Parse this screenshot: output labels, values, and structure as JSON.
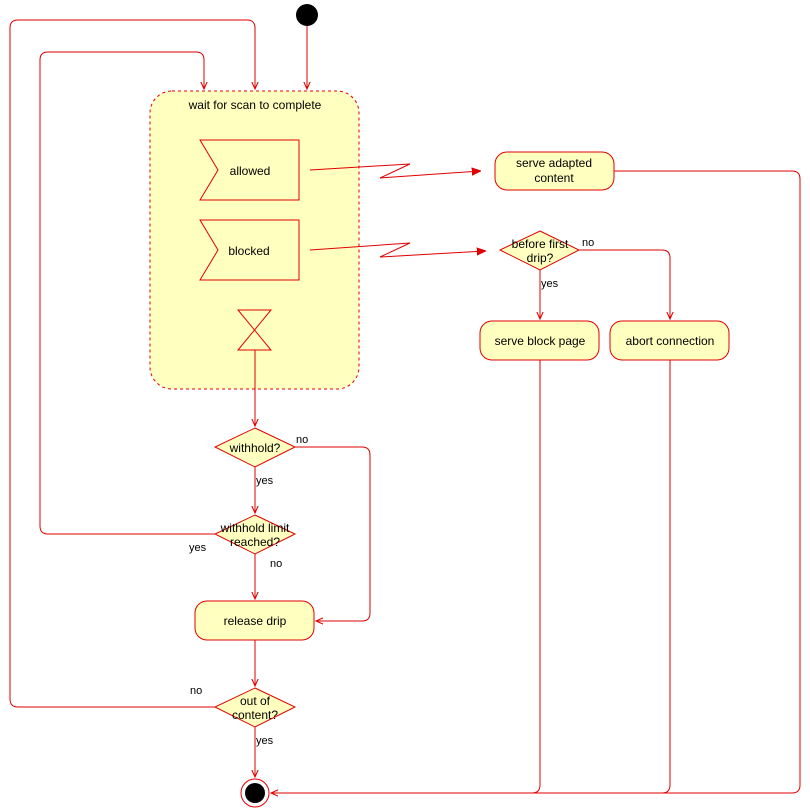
{
  "colors": {
    "stroke": "#e00000",
    "fill": "#ffffc0",
    "arrow": "#e00000",
    "node_dark": "#000000"
  },
  "region": {
    "title": "wait for scan to complete"
  },
  "signals": {
    "allowed": "allowed",
    "blocked": "blocked"
  },
  "actions": {
    "serve_adapted_line1": "serve adapted",
    "serve_adapted_line2": "content",
    "serve_block_page": "serve block page",
    "abort_connection": "abort connection",
    "release_drip": "release drip"
  },
  "decisions": {
    "before_first_drip_line1": "before first",
    "before_first_drip_line2": "drip?",
    "withhold": "withhold?",
    "withhold_limit_line1": "withhold limit",
    "withhold_limit_line2": "reached?",
    "out_of_content_line1": "out of",
    "out_of_content_line2": "content?"
  },
  "edge_labels": {
    "no_first_drip": "no",
    "yes_first_drip": "yes",
    "no_withhold": "no",
    "yes_withhold": "yes",
    "yes_limit": "yes",
    "no_limit": "no",
    "no_out": "no",
    "yes_out": "yes"
  },
  "icons": {
    "initial": "initial-node-icon",
    "final": "final-node-icon",
    "timer": "hourglass-timer-icon"
  }
}
